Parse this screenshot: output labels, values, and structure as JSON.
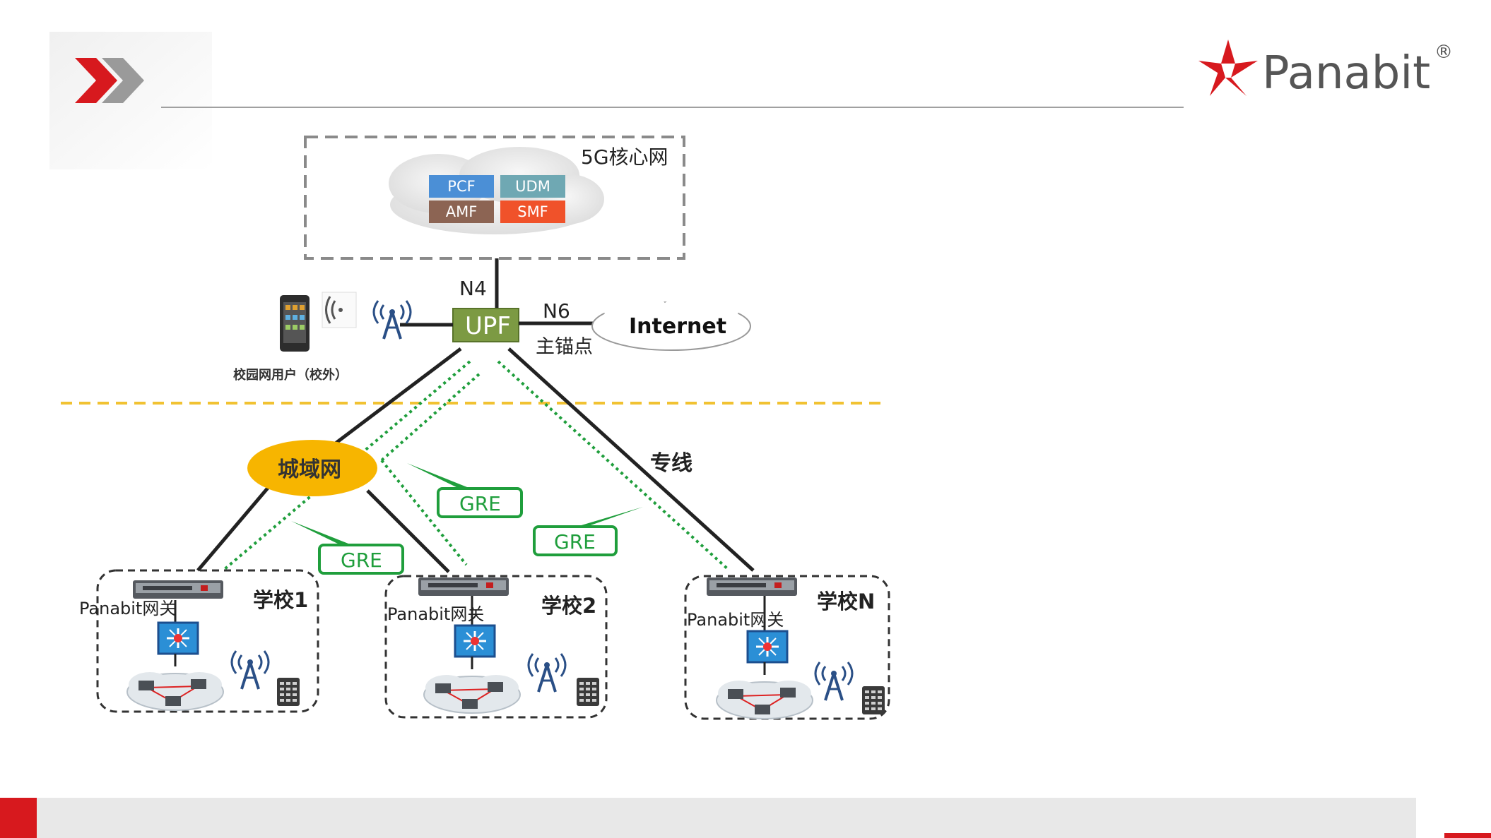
{
  "brand": {
    "name": "Panabit",
    "registered": "®",
    "accent": "#d7191e"
  },
  "core": {
    "title": "5G核心网",
    "functions": [
      {
        "label": "PCF",
        "color": "#4b8fd6"
      },
      {
        "label": "UDM",
        "color": "#6fa8b3"
      },
      {
        "label": "AMF",
        "color": "#8c6453"
      },
      {
        "label": "SMF",
        "color": "#f0522a"
      }
    ]
  },
  "interfaces": {
    "n4": "N4",
    "n6": "N6"
  },
  "upf": {
    "label": "UPF",
    "anchor": "主锚点",
    "color": "#7c9a43"
  },
  "internet": {
    "label": "Internet"
  },
  "campus_user": {
    "label": "校园网用户（校外）"
  },
  "metro": {
    "label": "城域网",
    "color": "#f7b500"
  },
  "dedicated_line": {
    "label": "专线"
  },
  "gre_label": "GRE",
  "gateway_label": "Panabit网关",
  "schools": [
    {
      "name": "学校1"
    },
    {
      "name": "学校2"
    },
    {
      "name": "学校N"
    }
  ],
  "colors": {
    "tunnel": "#1f9e3c",
    "divider": "#f1c232",
    "footer": "#e8e8e8"
  }
}
